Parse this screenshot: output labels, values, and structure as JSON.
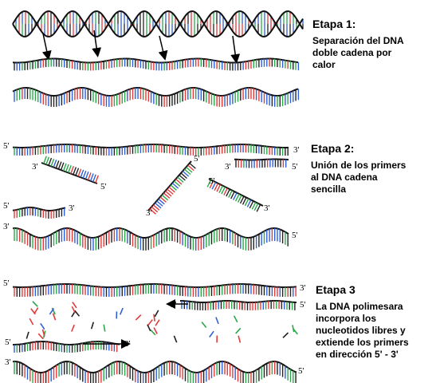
{
  "stages": [
    {
      "title": "Etapa 1:",
      "lines": [
        "Separación del DNA",
        "doble cadena por",
        "calor"
      ]
    },
    {
      "title": "Etapa 2:",
      "lines": [
        "Unión de los primers",
        "al DNA cadena",
        "sencilla"
      ]
    },
    {
      "title": "Etapa 3",
      "lines": [
        "La DNA polimesara",
        "incorpora los",
        "nucleotidos libres y",
        "extiende los primers",
        "en dirección 5' - 3'"
      ]
    }
  ],
  "strand_labels": {
    "five_prime": "5'",
    "three_prime": "3'"
  },
  "colors": {
    "base_red": "#e23b3b",
    "base_blue": "#2f5fd8",
    "base_green": "#2aa84a",
    "base_black": "#222222",
    "backbone": "#111111"
  }
}
